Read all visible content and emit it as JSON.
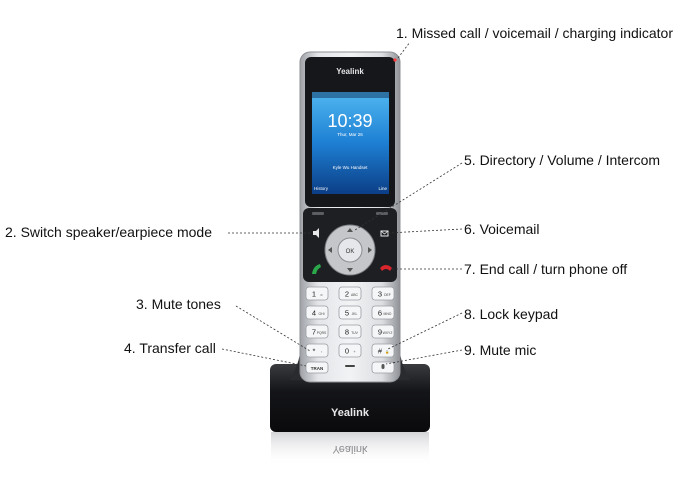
{
  "callouts": [
    {
      "id": "c1",
      "text": "1. Missed call / voicemail / charging indicator"
    },
    {
      "id": "c2",
      "text": "2. Switch speaker/earpiece mode"
    },
    {
      "id": "c3",
      "text": "3. Mute tones"
    },
    {
      "id": "c4",
      "text": "4. Transfer call"
    },
    {
      "id": "c5",
      "text": "5. Directory / Volume / Intercom"
    },
    {
      "id": "c6",
      "text": "6. Voicemail"
    },
    {
      "id": "c7",
      "text": "7. End call / turn phone off"
    },
    {
      "id": "c8",
      "text": "8. Lock keypad"
    },
    {
      "id": "c9",
      "text": "9. Mute mic"
    }
  ],
  "handset": {
    "brand": "Yealink",
    "time": "10:39",
    "date": "Thur, Mar 26",
    "name": "Kyle Wu Handset",
    "softkey_left": "History",
    "softkey_right": "Line",
    "ok_label": "OK",
    "keys": [
      [
        "1",
        "∞"
      ],
      [
        "2",
        "ABC"
      ],
      [
        "3",
        "DEF"
      ],
      [
        "4",
        "GHI"
      ],
      [
        "5",
        "JKL"
      ],
      [
        "6",
        "MNO"
      ],
      [
        "7",
        "PQRS"
      ],
      [
        "8",
        "TUV"
      ],
      [
        "9",
        "WXYZ"
      ],
      [
        "*",
        "↑"
      ],
      [
        "0",
        "+"
      ],
      [
        "#",
        "🔒"
      ]
    ],
    "tran_label": "TRAN"
  },
  "base": {
    "brand": "Yealink"
  },
  "colors": {
    "silver": "#c9cbce",
    "dark": "#1b1c1f",
    "screen": "#2a88d8",
    "green": "#2aa84a",
    "red": "#d8262c"
  }
}
